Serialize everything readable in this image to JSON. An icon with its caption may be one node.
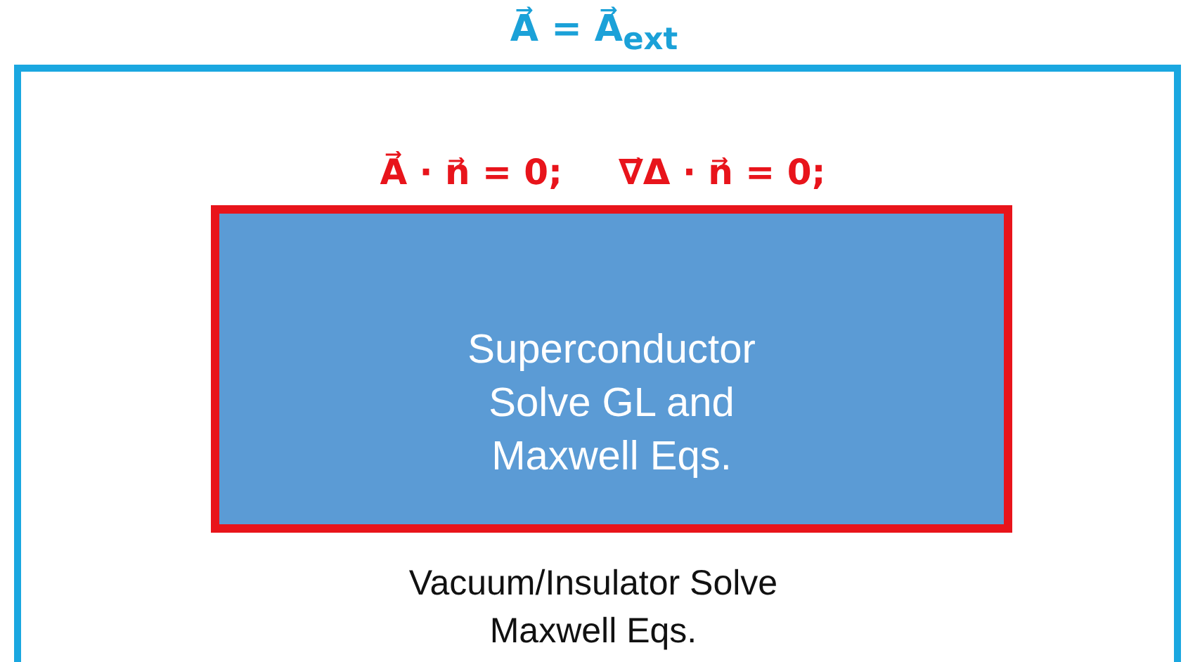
{
  "diagram": {
    "nodes": [
      {
        "text": [
          "A⃗ = A⃗$_{ext}$",
          "Vacuum/Insulator Solve Maxwell Eqs."
        ]
      },
      {
        "text": [
          "A⃗ · n⃗ = 0;",
          "∇⃗Δ · n⃗ = 0;",
          "Superconductor Solve GL and Maxwell Eqs."
        ],
        "in": 0
      }
    ]
  }
}
